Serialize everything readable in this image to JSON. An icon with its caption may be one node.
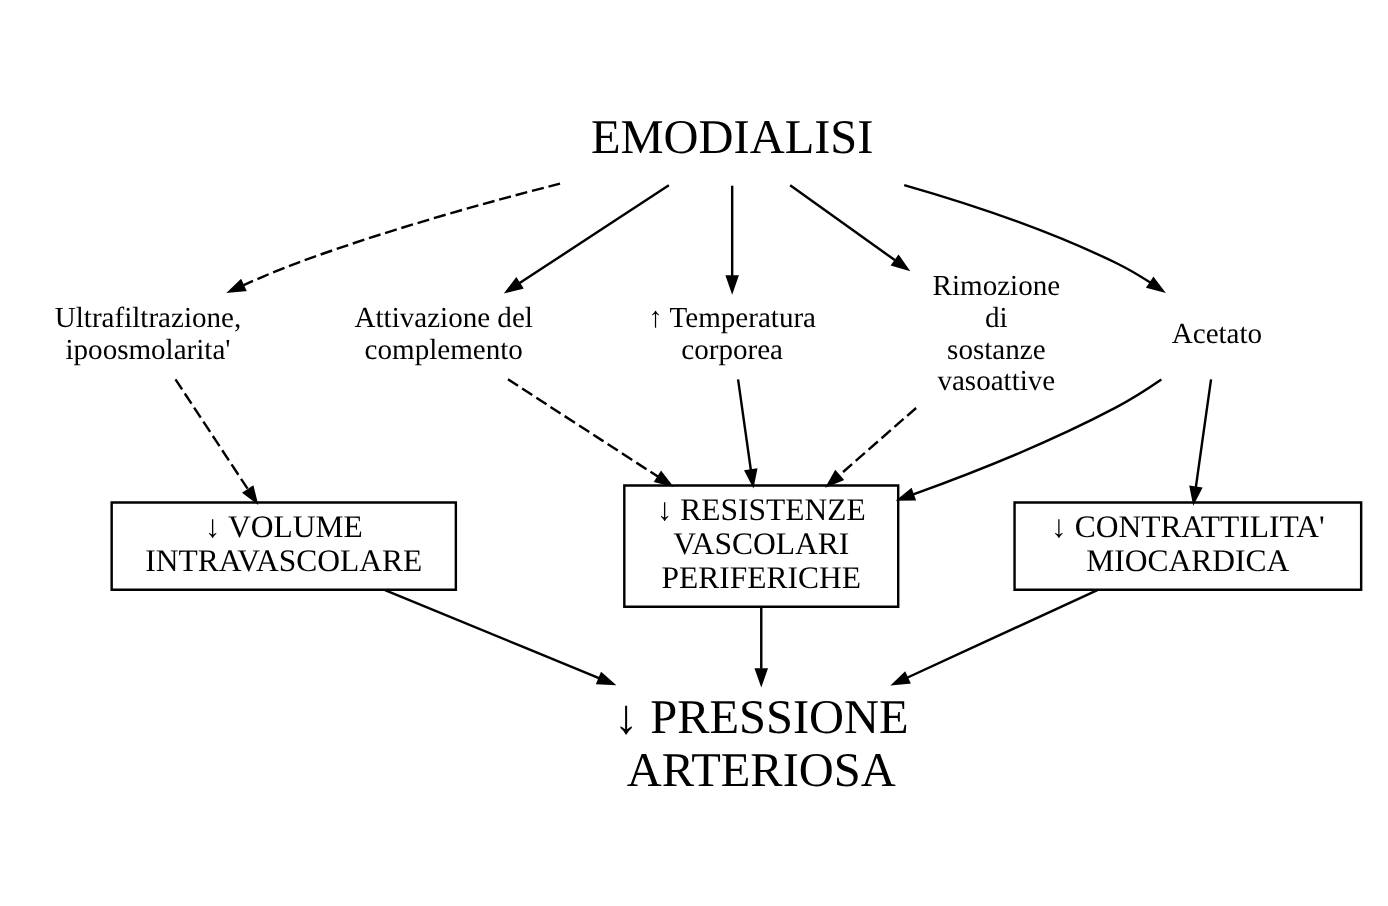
{
  "diagram": {
    "nodes": [
      {
        "text": [
          "EMODIALISI"
        ]
      },
      {
        "text": [
          "Ultrafiltrazione, ipoosmolarita'"
        ]
      },
      {
        "text": [
          "Attivazione del complemento"
        ]
      },
      {
        "text": [
          "↑ Temperatura corporea"
        ]
      },
      {
        "text": [
          "Rimozione di sostanze vasoattive"
        ]
      },
      {
        "text": [
          "Acetato"
        ]
      },
      {
        "text": [
          "↓ VOLUME INTRAVASCOLARE"
        ]
      },
      {
        "text": [
          "↓ RESISTENZE VASCOLARI PERIFERICHE"
        ]
      },
      {
        "text": [
          "↓ CONTRATTILITA' MIOCARDICA"
        ]
      },
      {
        "text": [
          "↓ PRESSIONE ARTERIOSA"
        ]
      }
    ],
    "edges": [
      {
        "from": 0,
        "to": 1,
        "arrow": "to",
        "style": "dashed"
      },
      {
        "from": 0,
        "to": 2,
        "arrow": "to"
      },
      {
        "from": 0,
        "to": 3,
        "arrow": "to"
      },
      {
        "from": 0,
        "to": 4,
        "arrow": "to"
      },
      {
        "from": 0,
        "to": 5,
        "arrow": "to"
      },
      {
        "from": 1,
        "to": 6,
        "arrow": "to",
        "style": "dashed"
      },
      {
        "from": 2,
        "to": 7,
        "arrow": "to",
        "style": "dashed"
      },
      {
        "from": 3,
        "to": 7,
        "arrow": "to"
      },
      {
        "from": 4,
        "to": 7,
        "arrow": "to",
        "style": "dashed"
      },
      {
        "from": 5,
        "to": 7,
        "arrow": "to"
      },
      {
        "from": 5,
        "to": 8,
        "arrow": "to"
      },
      {
        "from": 6,
        "to": 9,
        "arrow": "to"
      },
      {
        "from": 7,
        "to": 9,
        "arrow": "to"
      },
      {
        "from": 8,
        "to": 9,
        "arrow": "to"
      }
    ]
  }
}
